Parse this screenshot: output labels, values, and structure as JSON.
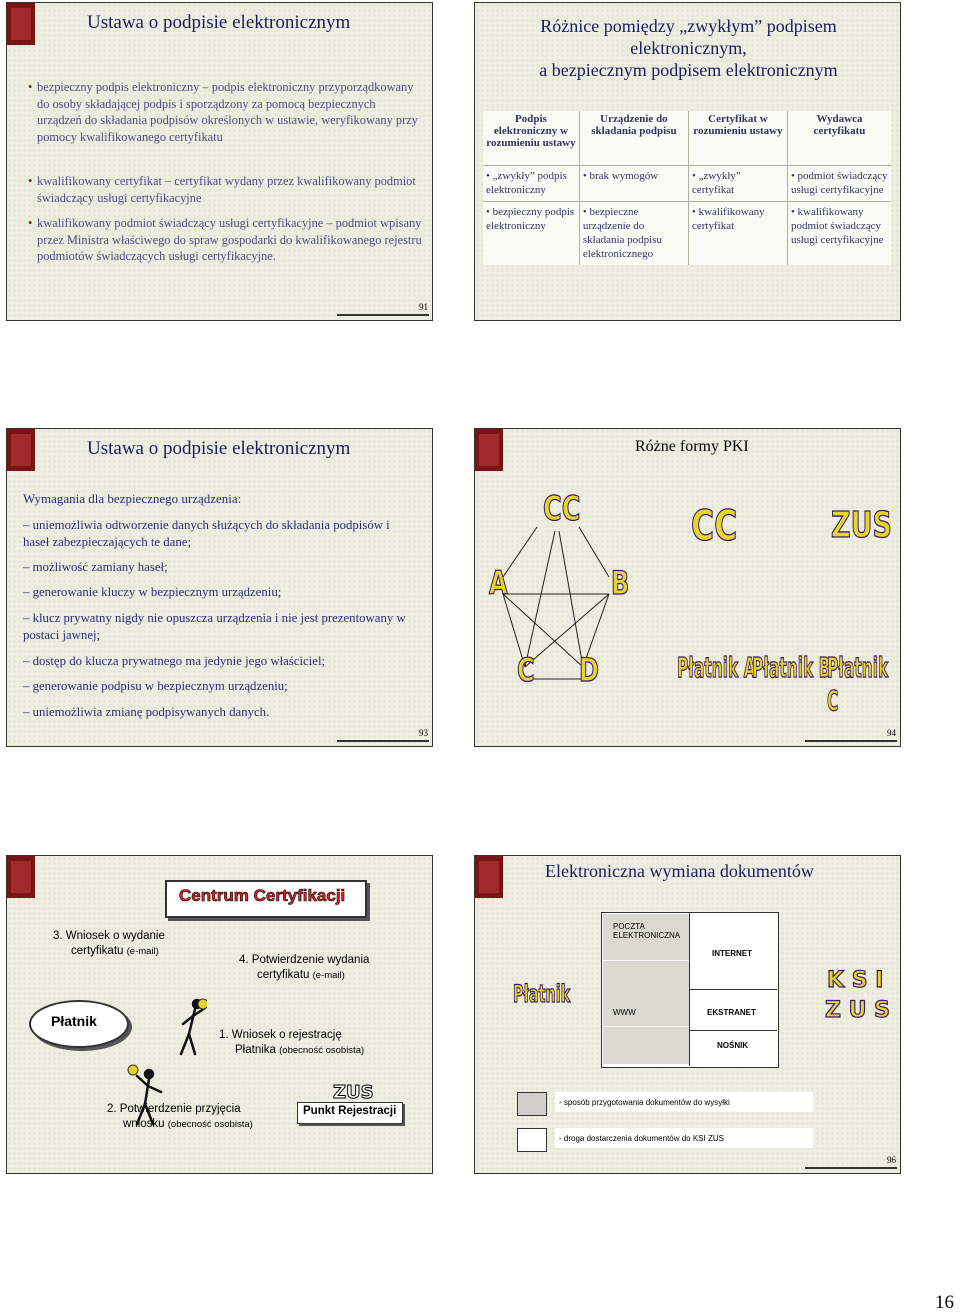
{
  "slide91": {
    "title": "Ustawa o podpisie elektronicznym",
    "bullets": [
      "bezpieczny podpis elektroniczny – podpis elektroniczny przyporządkowany do osoby składającej podpis i sporządzony za pomocą bezpiecznych urządzeń do składania podpisów określonych w ustawie, weryfikowany przy pomocy kwalifikowanego certyfikatu",
      "kwalifikowany certyfikat – certyfikat wydany przez kwalifikowany podmiot świadczący usługi certyfikacyjne",
      "kwalifikowany podmiot świadczący usługi certyfikacyjne – podmiot wpisany przez Ministra właściwego do spraw gospodarki do kwalifikowanego rejestru podmiotów świadczących usługi certyfikacyjne."
    ],
    "page_number": "91"
  },
  "slide92": {
    "title_line1": "Różnice pomiędzy „zwykłym” podpisem",
    "title_line2": "elektronicznym,",
    "title_line3": "a bezpiecznym podpisem elektronicznym",
    "table": {
      "headers": [
        "Podpis elektroniczny w rozumieniu ustawy",
        "Urządzenie do składania podpisu",
        "Certyfikat w rozumieniu ustawy",
        "Wydawca certyfikatu"
      ],
      "rows": [
        [
          "„zwykły” podpis elektroniczny",
          "brak wymogów",
          "„zwykły” certyfikat",
          "podmiot świadczący usługi certyfikacyjne"
        ],
        [
          "bezpieczny podpis elektroniczny",
          "bezpieczne urządzenie do składania podpisu elektronicznego",
          "kwalifikowany certyfikat",
          "kwalifikowany podmiot świadczący usługi certyfikacyjne"
        ]
      ]
    }
  },
  "slide93": {
    "title": "Ustawa o podpisie elektronicznym",
    "intro": "Wymagania dla bezpiecznego urządzenia:",
    "items": [
      "– uniemożliwia odtworzenie danych służących do składania podpisów i haseł zabezpieczających te dane;",
      "– możliwość zamiany haseł;",
      "– generowanie kluczy w bezpiecznym urządzeniu;",
      "– klucz prywatny nigdy nie opuszcza urządzenia i nie jest prezentowany w postaci jawnej;",
      "– dostęp do klucza prywatnego ma jedynie jego właściciel;",
      "– generowanie podpisu w bezpiecznym urządzeniu;",
      "– uniemożliwia zmianę podpisywanych danych."
    ],
    "page_number": "93"
  },
  "slide94": {
    "title": "Różne formy PKI",
    "left_cc": "CC",
    "nodes": [
      "A",
      "B",
      "C",
      "D"
    ],
    "right_cc": "CC",
    "zus": "ZUS",
    "platniki": [
      "Płatnik A",
      "Płatnik B",
      "Płatnik C"
    ],
    "page_number": "94"
  },
  "slide95": {
    "banner": "Centrum Certyfikacji",
    "step3_line1": "3. Wniosek o wydanie",
    "step3_line2": "certyfikatu",
    "step3_note": "(e-mail)",
    "step4_line1": "4. Potwierdzenie wydania",
    "step4_line2": "certyfikatu",
    "step4_note": "(e-mail)",
    "platnik": "Płatnik",
    "step1_line1": "1. Wniosek o rejestrację",
    "step1_line2": "Płatnika",
    "step1_note": "(obecność osobista)",
    "step2_line1": "2. Potwierdzenie przyjęcia",
    "step2_line2": "wniosku",
    "step2_note": "(obecność osobista)",
    "zus_logo": "ZUS",
    "punkt": "Punkt Rejestracji"
  },
  "slide96": {
    "title": "Elektroniczna wymiana dokumentów",
    "platnik": "Płatnik",
    "poczta": "POCZTA ELEKTRONICZNA",
    "internet": "INTERNET",
    "www": "WWW",
    "ekstranet": "EKSTRANET",
    "nosnik": "NOŚNIK",
    "ksi": "K S I",
    "zus": "Z U S",
    "legend1": "- sposób przygotowania dokumentów do wysyłki",
    "legend2": "- droga dostarczenia dokumentów do KSI ZUS",
    "page_number": "96"
  },
  "page_number": "16",
  "colors": {
    "tab": "#7a1414",
    "title": "#1a1a66",
    "bullet_text": "#4b4b8a",
    "logo_fill": "#e8d52a",
    "logo_stroke": "#3a1a6a"
  }
}
